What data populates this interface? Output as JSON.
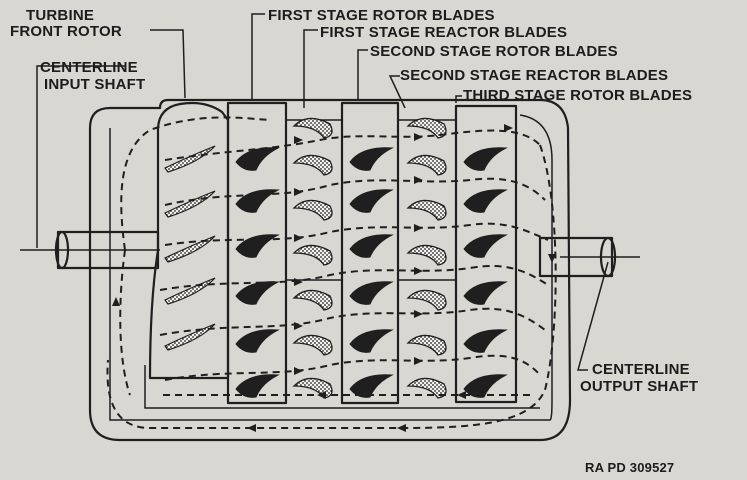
{
  "labels": {
    "turbine_front_rotor": [
      "TURBINE",
      "FRONT ROTOR"
    ],
    "centerline_input_shaft": [
      "CENTERLINE",
      "INPUT SHAFT"
    ],
    "first_stage_rotor": "FIRST STAGE ROTOR BLADES",
    "first_stage_reactor": "FIRST STAGE REACTOR BLADES",
    "second_stage_rotor": "SECOND STAGE ROTOR BLADES",
    "second_stage_reactor": "SECOND STAGE REACTOR BLADES",
    "third_stage_rotor": "THIRD STAGE ROTOR BLADES",
    "centerline_output_shaft": [
      "CENTERLINE",
      "OUTPUT SHAFT"
    ],
    "figure_ref": "RA PD 309527"
  },
  "colors": {
    "paper": "#d9d7d2",
    "ink": "#1f1f1f"
  }
}
